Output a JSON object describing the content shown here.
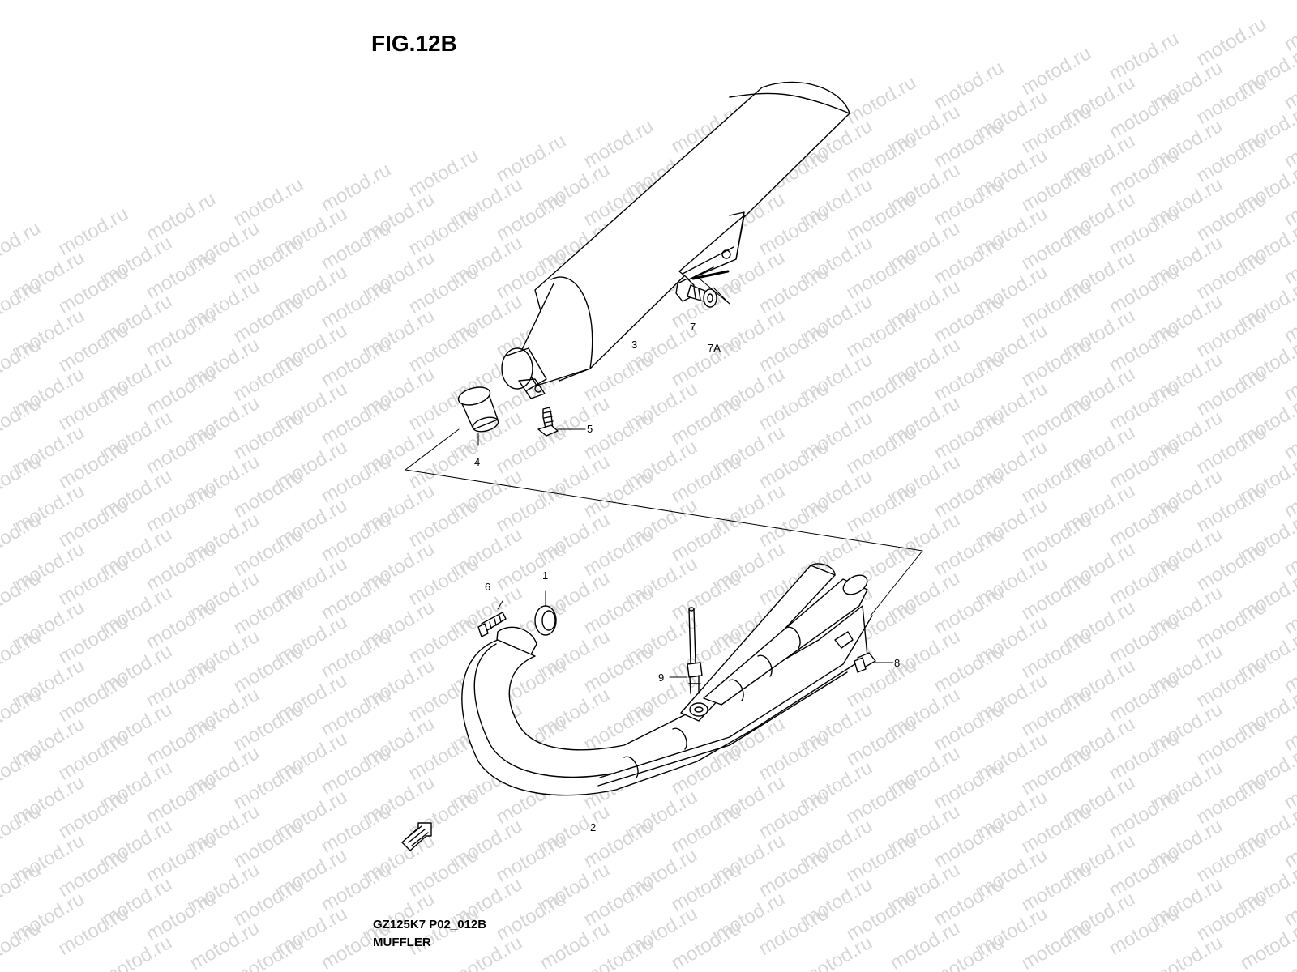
{
  "figure": {
    "title": "FIG.12B"
  },
  "footer": {
    "model_code": "GZ125K7 P02_012B",
    "section_name": "MUFFLER"
  },
  "watermark": {
    "text": "motod.ru"
  },
  "callouts": [
    {
      "id": "1",
      "label": "1"
    },
    {
      "id": "2",
      "label": "2"
    },
    {
      "id": "3",
      "label": "3"
    },
    {
      "id": "4",
      "label": "4"
    },
    {
      "id": "5",
      "label": "5"
    },
    {
      "id": "6",
      "label": "6"
    },
    {
      "id": "7",
      "label": "7"
    },
    {
      "id": "7A",
      "label": "7A"
    },
    {
      "id": "8",
      "label": "8"
    },
    {
      "id": "9",
      "label": "9"
    }
  ],
  "colors": {
    "line": "#000000",
    "background": "#ffffff",
    "watermark": "#d6d6d6"
  }
}
